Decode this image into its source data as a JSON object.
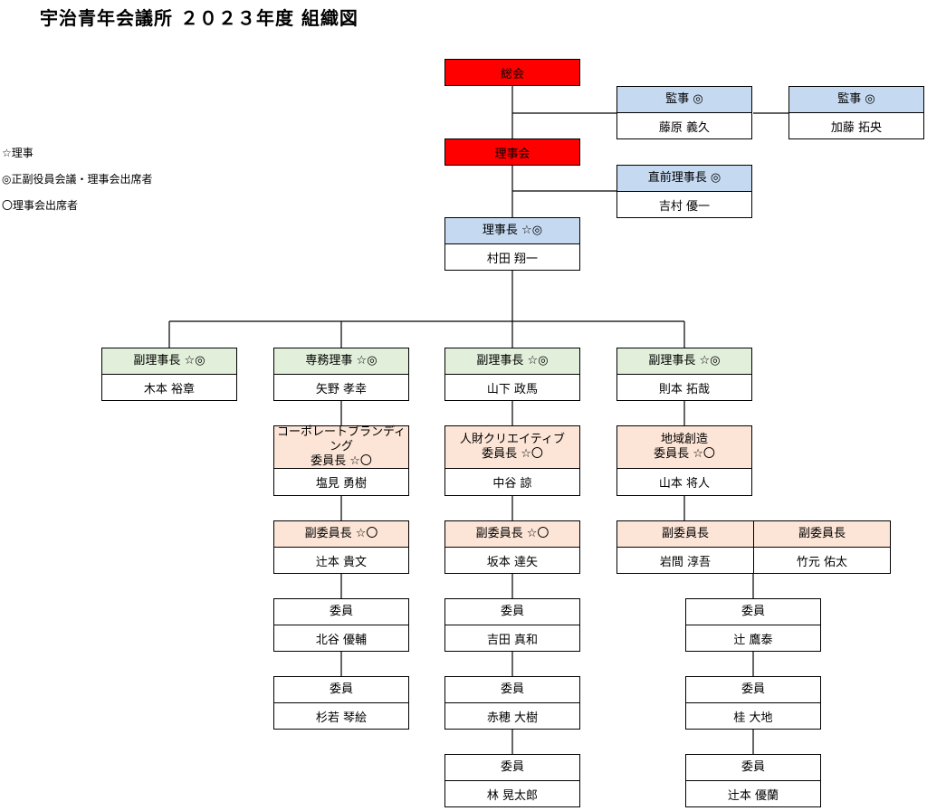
{
  "title": "宇治青年会議所 ２０２３年度 組織図",
  "legend": [
    "☆理事",
    "◎正副役員会議・理事会出席者",
    "〇理事会出席者"
  ],
  "colors": {
    "line": "#000000",
    "red": "#ff0000",
    "blue": "#c5d9f1",
    "green": "#e2efda",
    "peach": "#fce4d6"
  },
  "nodes": {
    "sokai": {
      "role": "総会"
    },
    "kanji1": {
      "role": "監事 ◎",
      "name": "藤原 義久"
    },
    "kanji2": {
      "role": "監事 ◎",
      "name": "加藤 拓央"
    },
    "rijikai": {
      "role": "理事会"
    },
    "chokuzen": {
      "role": "直前理事長 ◎",
      "name": "吉村 優一"
    },
    "rijicho": {
      "role": "理事長 ☆◎",
      "name": "村田 翔一"
    },
    "fuku1": {
      "role": "副理事長 ☆◎",
      "name": "木本 裕章"
    },
    "senmu": {
      "role": "専務理事 ☆◎",
      "name": "矢野 孝幸"
    },
    "fuku2": {
      "role": "副理事長 ☆◎",
      "name": "山下 政馬"
    },
    "fuku3": {
      "role": "副理事長 ☆◎",
      "name": "則本 拓哉"
    },
    "iin_cb": {
      "role1": "コーポレートブランディング",
      "role2": "委員長 ☆〇",
      "name": "塩見 勇樹"
    },
    "iin_jz": {
      "role1": "人財クリエイティブ",
      "role2": "委員長 ☆〇",
      "name": "中谷 諒"
    },
    "iin_ch": {
      "role1": "地域創造",
      "role2": "委員長 ☆〇",
      "name": "山本 将人"
    },
    "fukuiin_cb": {
      "role": "副委員長 ☆〇",
      "name": "辻本 貴文"
    },
    "fukuiin_jz": {
      "role": "副委員長 ☆〇",
      "name": "坂本 達矢"
    },
    "fukuiin_ch1": {
      "role": "副委員長",
      "name": "岩間 淳吾"
    },
    "fukuiin_ch2": {
      "role": "副委員長",
      "name": "竹元 佑太"
    },
    "m_cb1": {
      "role": "委員",
      "name": "北谷 優輔"
    },
    "m_cb2": {
      "role": "委員",
      "name": "杉若 琴絵"
    },
    "m_jz1": {
      "role": "委員",
      "name": "吉田 真和"
    },
    "m_jz2": {
      "role": "委員",
      "name": "赤穂 大樹"
    },
    "m_jz3": {
      "role": "委員",
      "name": "林 晃太郎"
    },
    "m_ch1": {
      "role": "委員",
      "name": "辻 鷹泰"
    },
    "m_ch2": {
      "role": "委員",
      "name": "桂 大地"
    },
    "m_ch3": {
      "role": "委員",
      "name": "辻本 優蘭"
    }
  }
}
